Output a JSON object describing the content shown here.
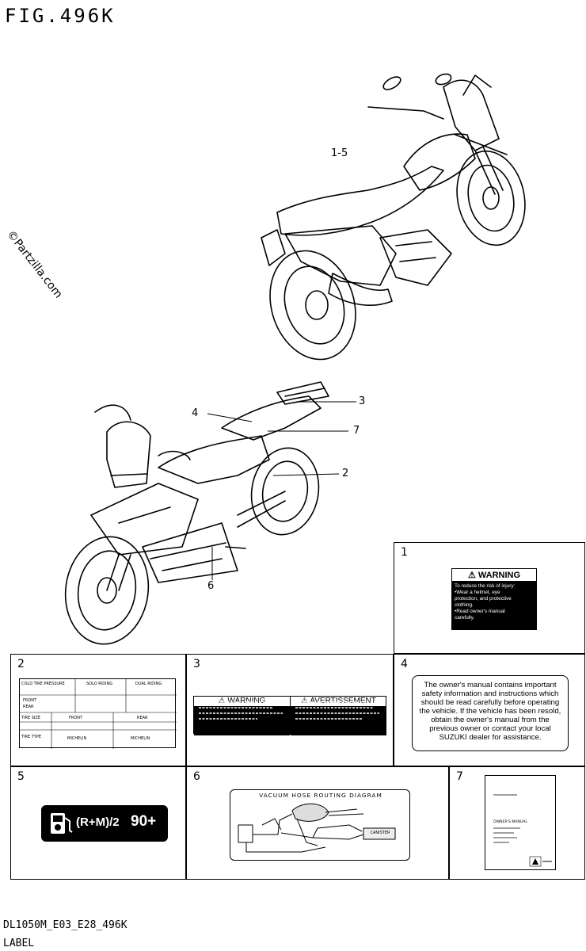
{
  "figure": {
    "title": "FIG.496K",
    "watermark": "©Partzilla.com",
    "footer_code": "DL1050M_E03_E28_496K",
    "footer_label": "LABEL"
  },
  "callouts": {
    "top_bike": "1-5",
    "c2": "2",
    "c3": "3",
    "c4": "4",
    "c6": "6",
    "c7": "7"
  },
  "cells": {
    "n1": "1",
    "n2": "2",
    "n3": "3",
    "n4": "4",
    "n5": "5",
    "n6": "6",
    "n7": "7"
  },
  "label1": {
    "heading": "WARNING",
    "lines": [
      "To reduce the risk of injury:",
      "•Wear a helmet, eye",
      "  protection, and protective",
      "  clothing.",
      "•Read owner's manual",
      "  carefully."
    ]
  },
  "label2": {
    "header_left": "COLD TIRE PRESSURE",
    "header_solo": "SOLO RIDING",
    "header_dual": "DUAL RIDING",
    "row_front": "FRONT",
    "row_rear": "REAR",
    "row_tire_size": "TIRE SIZE",
    "row_tire_type": "TIRE TYPE",
    "col_front": "FRONT",
    "col_rear": "REAR",
    "tire_brand_front": "MICHELIN",
    "tire_brand_rear": "MICHELIN"
  },
  "label3": {
    "left_heading": "WARNING",
    "right_heading": "AVERTISSEMENT"
  },
  "label4": {
    "text": "The owner's manual contains important safety information and instructions which should be read carefully before operating the vehicle. If the vehicle has been resold, obtain the owner's manual from the previous owner or contact your local SUZUKI dealer for assistance."
  },
  "label5": {
    "text": "(R+M)/2",
    "octane": "90+"
  },
  "label6": {
    "title": "VACUUM HOSE ROUTING DIAGRAM",
    "canister": "CANISTER"
  },
  "label7": {
    "title": "OWNER'S MANUAL"
  }
}
